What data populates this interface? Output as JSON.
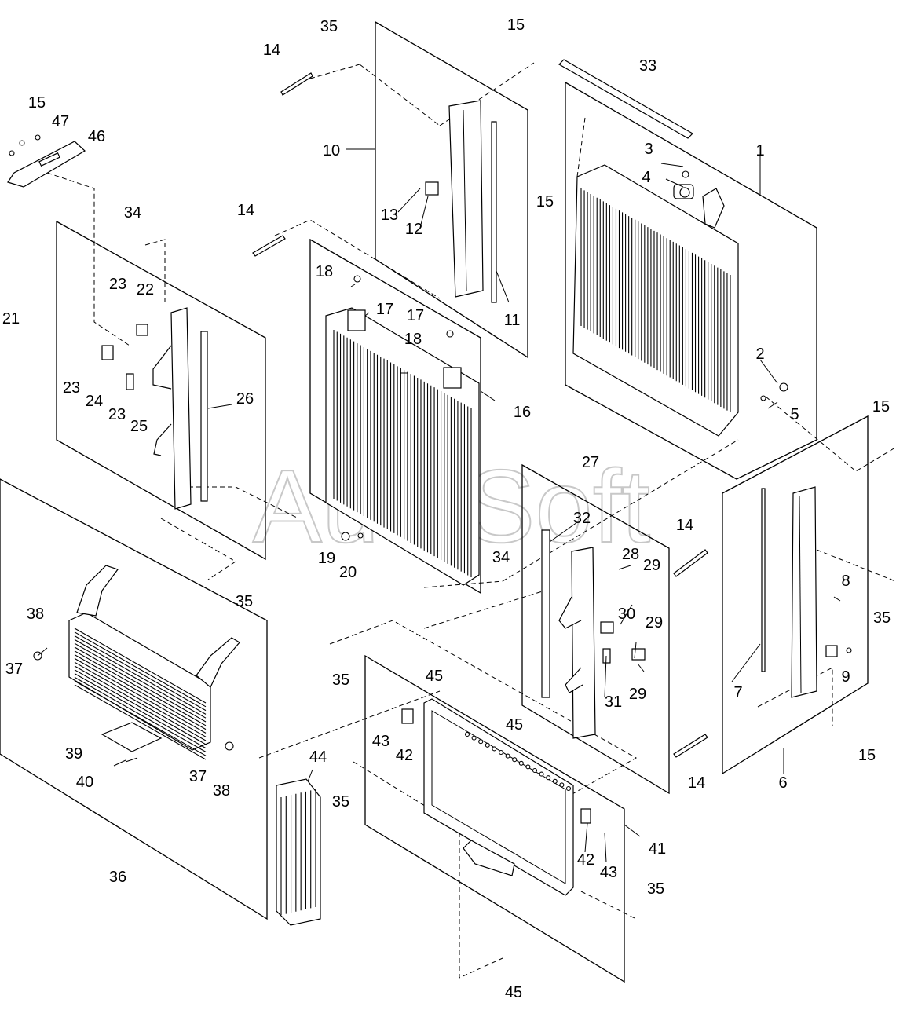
{
  "watermark": "AutoSoft",
  "callouts": [
    {
      "id": "c1",
      "text": "1"
    },
    {
      "id": "c2",
      "text": "2"
    },
    {
      "id": "c3",
      "text": "3"
    },
    {
      "id": "c4",
      "text": "4"
    },
    {
      "id": "c5",
      "text": "5"
    },
    {
      "id": "c6",
      "text": "6"
    },
    {
      "id": "c7",
      "text": "7"
    },
    {
      "id": "c8",
      "text": "8"
    },
    {
      "id": "c9",
      "text": "9"
    },
    {
      "id": "c10",
      "text": "10"
    },
    {
      "id": "c11",
      "text": "11"
    },
    {
      "id": "c12",
      "text": "12"
    },
    {
      "id": "c13",
      "text": "13"
    },
    {
      "id": "c14a",
      "text": "14"
    },
    {
      "id": "c14b",
      "text": "14"
    },
    {
      "id": "c14c",
      "text": "14"
    },
    {
      "id": "c14d",
      "text": "14"
    },
    {
      "id": "c15a",
      "text": "15"
    },
    {
      "id": "c15b",
      "text": "15"
    },
    {
      "id": "c15c",
      "text": "15"
    },
    {
      "id": "c15d",
      "text": "15"
    },
    {
      "id": "c15e",
      "text": "15"
    },
    {
      "id": "c16",
      "text": "16"
    },
    {
      "id": "c17a",
      "text": "17"
    },
    {
      "id": "c17b",
      "text": "17"
    },
    {
      "id": "c18a",
      "text": "18"
    },
    {
      "id": "c18b",
      "text": "18"
    },
    {
      "id": "c19",
      "text": "19"
    },
    {
      "id": "c20",
      "text": "20"
    },
    {
      "id": "c21",
      "text": "21"
    },
    {
      "id": "c22",
      "text": "22"
    },
    {
      "id": "c23a",
      "text": "23"
    },
    {
      "id": "c23b",
      "text": "23"
    },
    {
      "id": "c23c",
      "text": "23"
    },
    {
      "id": "c24",
      "text": "24"
    },
    {
      "id": "c25",
      "text": "25"
    },
    {
      "id": "c26",
      "text": "26"
    },
    {
      "id": "c27",
      "text": "27"
    },
    {
      "id": "c28",
      "text": "28"
    },
    {
      "id": "c29a",
      "text": "29"
    },
    {
      "id": "c29b",
      "text": "29"
    },
    {
      "id": "c29c",
      "text": "29"
    },
    {
      "id": "c30",
      "text": "30"
    },
    {
      "id": "c31",
      "text": "31"
    },
    {
      "id": "c32",
      "text": "32"
    },
    {
      "id": "c33",
      "text": "33"
    },
    {
      "id": "c34a",
      "text": "34"
    },
    {
      "id": "c34b",
      "text": "34"
    },
    {
      "id": "c35a",
      "text": "35"
    },
    {
      "id": "c35b",
      "text": "35"
    },
    {
      "id": "c35c",
      "text": "35"
    },
    {
      "id": "c35d",
      "text": "35"
    },
    {
      "id": "c35e",
      "text": "35"
    },
    {
      "id": "c35f",
      "text": "35"
    },
    {
      "id": "c36",
      "text": "36"
    },
    {
      "id": "c37a",
      "text": "37"
    },
    {
      "id": "c37b",
      "text": "37"
    },
    {
      "id": "c38a",
      "text": "38"
    },
    {
      "id": "c38b",
      "text": "38"
    },
    {
      "id": "c39",
      "text": "39"
    },
    {
      "id": "c40",
      "text": "40"
    },
    {
      "id": "c41",
      "text": "41"
    },
    {
      "id": "c42a",
      "text": "42"
    },
    {
      "id": "c42b",
      "text": "42"
    },
    {
      "id": "c43a",
      "text": "43"
    },
    {
      "id": "c43b",
      "text": "43"
    },
    {
      "id": "c44",
      "text": "44"
    },
    {
      "id": "c45a",
      "text": "45"
    },
    {
      "id": "c45b",
      "text": "45"
    },
    {
      "id": "c45c",
      "text": "45"
    },
    {
      "id": "c46",
      "text": "46"
    },
    {
      "id": "c47",
      "text": "47"
    }
  ]
}
